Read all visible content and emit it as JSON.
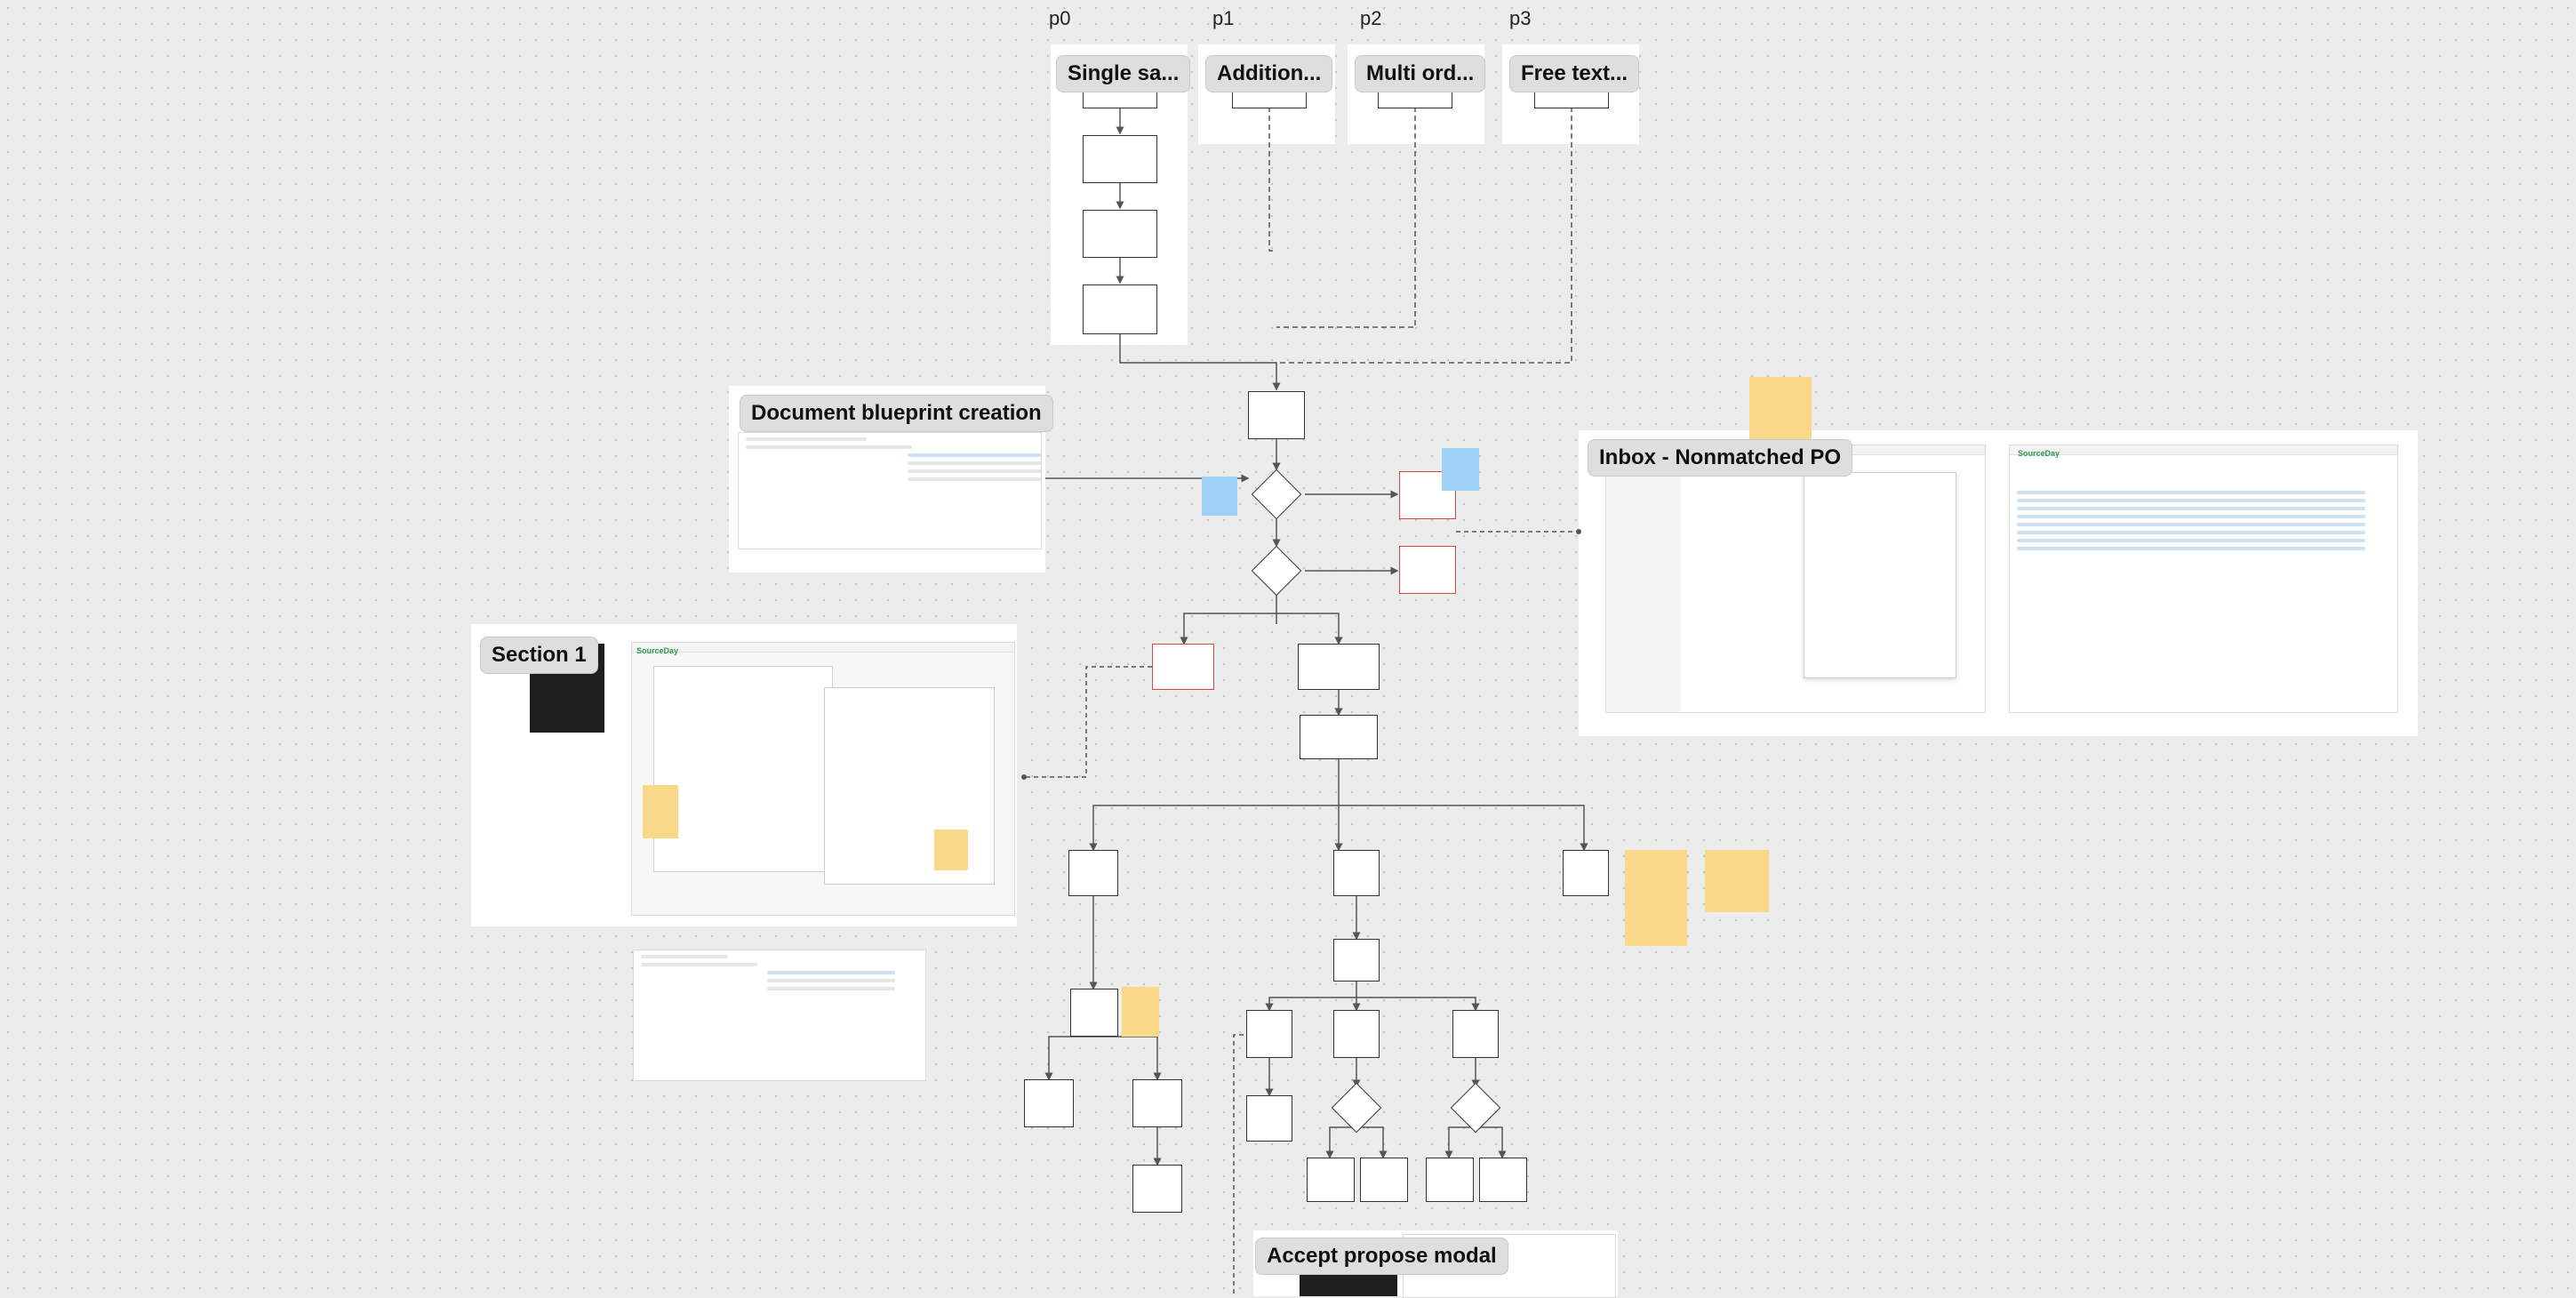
{
  "columns": [
    "p0",
    "p1",
    "p2",
    "p3"
  ],
  "frame_titles": {
    "single": "Single sa...",
    "addition": "Addition...",
    "multi": "Multi ord...",
    "free": "Free text...",
    "blueprint": "Document blueprint creation",
    "inbox": "Inbox - Nonmatched PO",
    "section1": "Section 1",
    "accept": "Accept propose modal"
  },
  "brand": {
    "logo_text": "SourceDay",
    "accent": "#2f9a49"
  },
  "colors": {
    "canvas": "#ececec",
    "red_node": "#e0453a",
    "sticky_yellow": "#f9d88a",
    "sticky_blue": "#9fd0f5"
  },
  "icons": [
    "logo-icon",
    "bell-icon",
    "gear-icon",
    "avatar-icon"
  ]
}
